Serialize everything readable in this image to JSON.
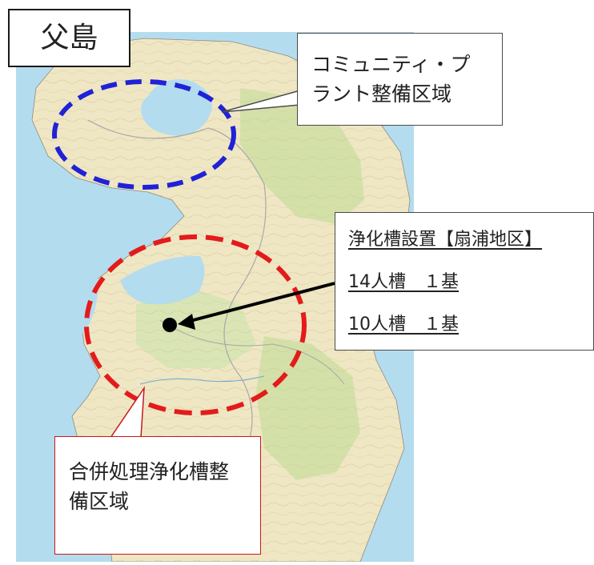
{
  "title": "父島",
  "community_plant_callout": {
    "lines": [
      "コミュニティ・プ",
      "ラント整備区域"
    ],
    "zone_color": "#1f22d6"
  },
  "septic_tank_callout": {
    "heading": "浄化槽設置【扇浦地区】",
    "items": [
      "14人槽　１基",
      "10人槽　１基"
    ]
  },
  "combined_treatment_callout": {
    "lines": [
      "合併処理浄化槽整",
      "備区域"
    ],
    "zone_color": "#e31b1b"
  },
  "colors": {
    "sea": "#b4dcef",
    "land": "#efe6c4",
    "forest": "#cfe0a6",
    "pointer": "#000000"
  }
}
